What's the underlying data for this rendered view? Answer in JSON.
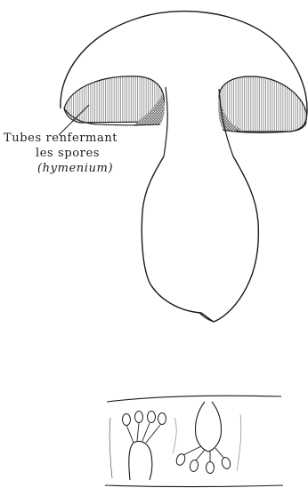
{
  "annotation": {
    "line1": "Tubes renfermant",
    "line2": "les spores",
    "line3": "(hymenium)"
  },
  "colors": {
    "ink": "#1a1a1a",
    "hatch": "#8a8a8a",
    "spore_fill": "#ffffff"
  }
}
